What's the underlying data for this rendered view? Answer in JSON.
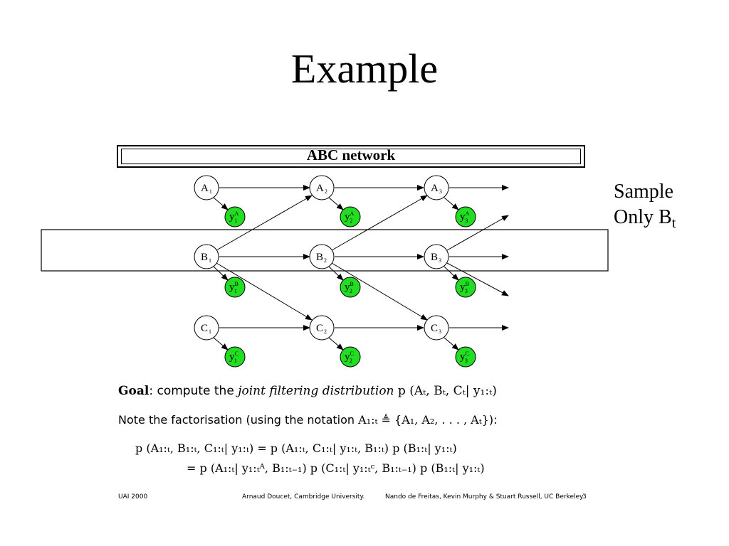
{
  "slide": {
    "title": "Example"
  },
  "diagram": {
    "header": "ABC network",
    "nodes": {
      "A1": {
        "letter": "A",
        "sub": "1"
      },
      "A2": {
        "letter": "A",
        "sub": "2"
      },
      "A3": {
        "letter": "A",
        "sub": "3"
      },
      "B1": {
        "letter": "B",
        "sub": "1"
      },
      "B2": {
        "letter": "B",
        "sub": "2"
      },
      "B3": {
        "letter": "B",
        "sub": "3"
      },
      "C1": {
        "letter": "C",
        "sub": "1"
      },
      "C2": {
        "letter": "C",
        "sub": "2"
      },
      "C3": {
        "letter": "C",
        "sub": "3"
      }
    },
    "observation_letter": "y",
    "observation_fill": "#22dd22",
    "node_fill": "#ffffff"
  },
  "side_note": {
    "line1": "Sample",
    "line2_prefix": "Only B",
    "line2_sub": "t"
  },
  "goal": {
    "label": "Goal",
    "text": ": compute the ",
    "emph": "joint filtering distribution",
    "formula": " p (Aₜ, Bₜ, Cₜ| y₁:ₜ)"
  },
  "note": {
    "text": "Note the factorisation (using the notation ",
    "formula": "A₁:ₜ ≜ {A₁, A₂, . . . , Aₜ}",
    "suffix": "):"
  },
  "equations": {
    "line1": "p (A₁:ₜ, B₁:ₜ, C₁:ₜ| y₁:ₜ)   =  p (A₁:ₜ, C₁:ₜ| y₁:ₜ, B₁:ₜ) p (B₁:ₜ| y₁:ₜ)",
    "line2": "=  p (A₁:ₜ| y₁:ₜᴬ, B₁:ₜ₋₁) p (C₁:ₜ| y₁:ₜᶜ, B₁:ₜ₋₁) p (B₁:ₜ| y₁:ₜ)"
  },
  "footer": {
    "conf": "UAI 2000",
    "author1": "Arnaud Doucet, Cambridge University.",
    "author2": "Nando de Freitas, Kevin Murphy & Stuart Russell, UC Berkeley",
    "page": "3"
  }
}
